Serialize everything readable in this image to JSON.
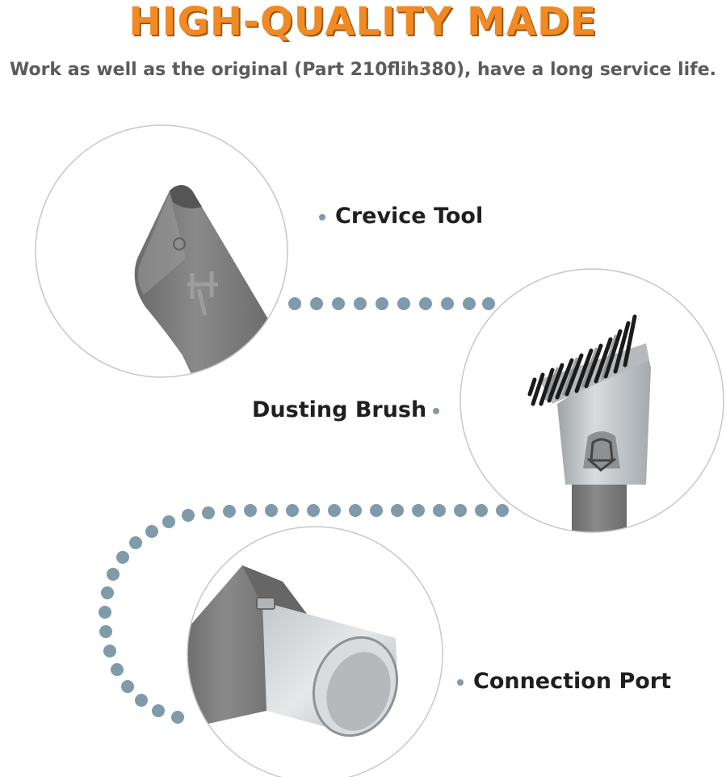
{
  "header": {
    "title": "HIGH-QUALITY MADE",
    "subtitle": "Work as well as the original (Part 210flih380), have a long service life."
  },
  "callouts": {
    "crevice_tool": "Crevice Tool",
    "dusting_brush": "Dusting Brush",
    "connection_port": "Connection Port"
  },
  "colors": {
    "title_orange": "#f08a24",
    "dot_gray_blue": "#7f9aa8",
    "circle_outline": "#c7c7c7",
    "tool_gray": "#767676"
  }
}
